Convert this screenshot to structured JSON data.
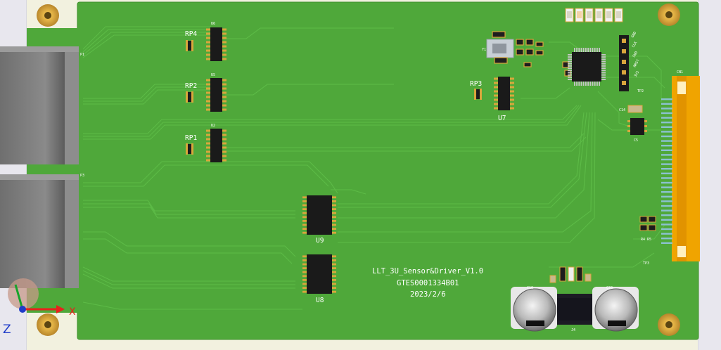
{
  "board": {
    "name": "LLT_3U_Sensor&Driver_V1.0",
    "part_number": "GTES0001334B01",
    "date": "2023/2/6",
    "colors": {
      "background": "#e8e7ee",
      "pcb": "#4fa83a",
      "pcb_edge": "#3f8f2c",
      "trace": "#5dbb47",
      "ic_body": "#1a1a1a",
      "pin": "#d9a63c",
      "connector": "#f0a400",
      "mounting_hole": "#d6a53a"
    }
  },
  "references": {
    "rp4": "RP4",
    "rp2": "RP2",
    "rp1": "RP1",
    "rp3": "RP3",
    "u6": "U6",
    "u5": "U5",
    "u4": "U2",
    "u7": "U7",
    "u9": "U9",
    "u8": "U8",
    "p1": "P1",
    "p3": "P3",
    "cn1": "CN1",
    "c16": "C16",
    "c20": "C20",
    "j4": "J4",
    "c5": "C5",
    "c14": "C14",
    "r4r5": "R4 R5",
    "tp3": "TP3",
    "tp2": "TP2",
    "y1": "Y1",
    "swd_labels": [
      "GND",
      "CLK",
      "SWD",
      "NRST",
      "3V3"
    ]
  },
  "axis_triad": {
    "x_label": "X",
    "z_label": "Z",
    "x_color": "#e8211c",
    "y_color": "#17a42b",
    "z_color": "#1f3cc9"
  }
}
